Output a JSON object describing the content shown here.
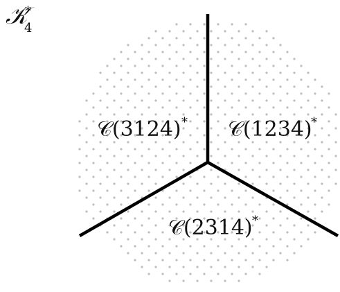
{
  "figure": {
    "corner_label": {
      "script": "𝒦",
      "subscript": "4",
      "superscript": "*"
    },
    "regions": [
      {
        "id": "3124",
        "text": "𝒞(3124)",
        "star": "*"
      },
      {
        "id": "1234",
        "text": "𝒞(1234)",
        "star": "*"
      },
      {
        "id": "2314",
        "text": "𝒞(2314)",
        "star": "*"
      }
    ]
  },
  "colors": {
    "rays": "#000000",
    "dots": "#bdbdbd",
    "text": "#111111"
  }
}
